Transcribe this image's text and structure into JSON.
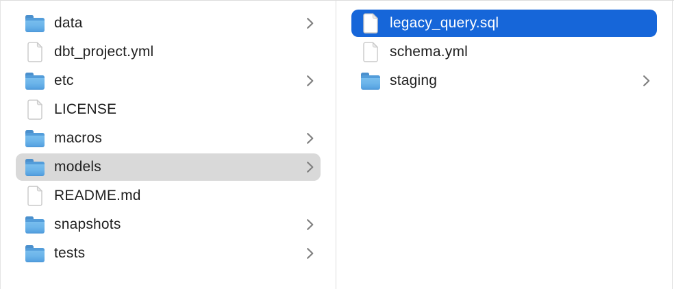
{
  "window": {
    "view": "finder-column-view"
  },
  "colors": {
    "selection_blue": "#1666d9",
    "selection_gray": "#d9d9d9",
    "folder_blue": "#64b0e8",
    "text": "#1f1f1f",
    "selected_text": "#ffffff",
    "chevron_gray": "#808080",
    "divider": "#dcdcdc",
    "background": "#ffffff"
  },
  "columns": [
    {
      "name": "left",
      "items": [
        {
          "label": "data",
          "type": "folder",
          "chevron": true,
          "selected": false
        },
        {
          "label": "dbt_project.yml",
          "type": "file",
          "chevron": false,
          "selected": false
        },
        {
          "label": "etc",
          "type": "folder",
          "chevron": true,
          "selected": false
        },
        {
          "label": "LICENSE",
          "type": "file",
          "chevron": false,
          "selected": false
        },
        {
          "label": "macros",
          "type": "folder",
          "chevron": true,
          "selected": false
        },
        {
          "label": "models",
          "type": "folder",
          "chevron": true,
          "selected": "gray"
        },
        {
          "label": "README.md",
          "type": "file",
          "chevron": false,
          "selected": false
        },
        {
          "label": "snapshots",
          "type": "folder",
          "chevron": true,
          "selected": false
        },
        {
          "label": "tests",
          "type": "folder",
          "chevron": true,
          "selected": false
        }
      ]
    },
    {
      "name": "right",
      "items": [
        {
          "label": "legacy_query.sql",
          "type": "file",
          "chevron": false,
          "selected": "blue"
        },
        {
          "label": "schema.yml",
          "type": "file",
          "chevron": false,
          "selected": false
        },
        {
          "label": "staging",
          "type": "folder",
          "chevron": true,
          "selected": false
        }
      ]
    }
  ]
}
